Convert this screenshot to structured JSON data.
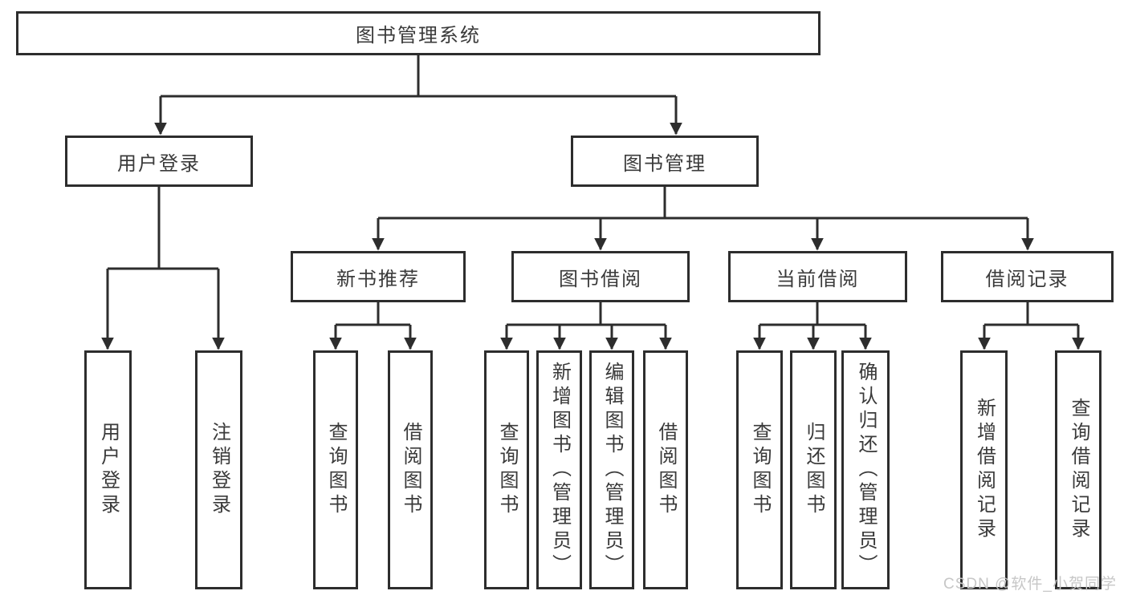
{
  "diagram": {
    "root": {
      "label": "图书管理系统"
    },
    "branches": [
      {
        "label": "用户登录",
        "children": [
          {
            "label": "用户登录"
          },
          {
            "label": "注销登录"
          }
        ]
      },
      {
        "label": "图书管理",
        "children": [
          {
            "label": "新书推荐",
            "children": [
              {
                "label": "查询图书"
              },
              {
                "label": "借阅图书"
              }
            ]
          },
          {
            "label": "图书借阅",
            "children": [
              {
                "label": "查询图书"
              },
              {
                "label": "新增图书（管理员）"
              },
              {
                "label": "编辑图书（管理员）"
              },
              {
                "label": "借阅图书"
              }
            ]
          },
          {
            "label": "当前借阅",
            "children": [
              {
                "label": "查询图书"
              },
              {
                "label": "归还图书"
              },
              {
                "label": "确认归还（管理员）"
              }
            ]
          },
          {
            "label": "借阅记录",
            "children": [
              {
                "label": "新增借阅记录"
              },
              {
                "label": "查询借阅记录"
              }
            ]
          }
        ]
      }
    ],
    "colors": {
      "line": "#2d2d2d",
      "text": "#3a3a3a",
      "watermark": "#c7c7c7",
      "background": "#ffffff"
    }
  },
  "watermark": "CSDN @软件_小贺同学"
}
